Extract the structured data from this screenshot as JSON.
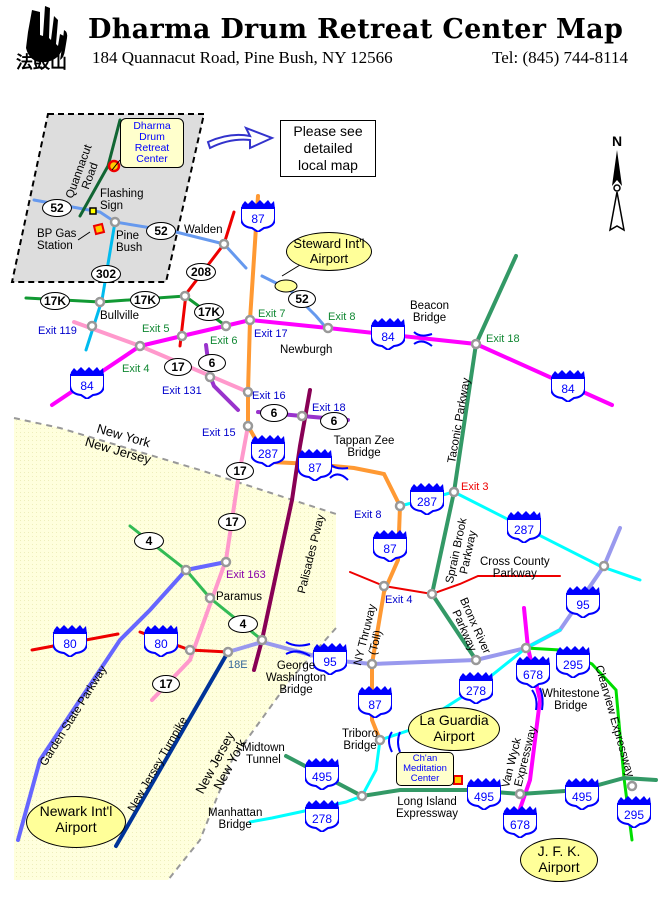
{
  "header": {
    "title": "Dharma Drum Retreat Center Map",
    "address": "184 Quannacut Road, Pine Bush, NY 12566",
    "phone": "Tel: (845) 744-8114",
    "logo_chinese": "法鼓山",
    "logo_icon": "hand-logo-icon"
  },
  "inset": {
    "destination": [
      "Dharma",
      "Drum",
      "Retreat",
      "Center"
    ],
    "road": [
      "Quannacut",
      "Road"
    ],
    "flashing_sign": [
      "Flashing",
      "Sign"
    ],
    "gas_station": [
      "BP Gas",
      "Station"
    ],
    "town": [
      "Pine",
      "Bush"
    ],
    "route_52_a": "52",
    "route_52_b": "52",
    "route_302": "302"
  },
  "note": {
    "lines": [
      "Please see",
      "detailed",
      "local map"
    ]
  },
  "compass": {
    "north": "N"
  },
  "towns": {
    "walden": "Walden",
    "bullville": "Bullville",
    "newburgh": "Newburgh",
    "paramus": "Paramus"
  },
  "state_labels": {
    "ny_top": "New York",
    "nj_top": "New Jersey",
    "nj_bottom": "New Jersey",
    "ny_bottom": "New York"
  },
  "airports": {
    "steward": [
      "Steward Int'l",
      "Airport"
    ],
    "laguardia": [
      "La Guardia",
      "Airport"
    ],
    "newark": [
      "Newark Int'l",
      "Airport"
    ],
    "jfk": [
      "J. F. K.",
      "Airport"
    ]
  },
  "chan_center": [
    "Ch'an",
    "Meditation",
    "Center"
  ],
  "bridges": {
    "beacon": [
      "Beacon",
      "Bridge"
    ],
    "tappan_zee": [
      "Tappan Zee",
      "Bridge"
    ],
    "gwb": [
      "George",
      "Washington",
      "Bridge"
    ],
    "triboro": [
      "Triboro",
      "Bridge"
    ],
    "whitestone": [
      "Whitestone",
      "Bridge"
    ],
    "manhattan": [
      "Manhattan",
      "Bridge"
    ],
    "midtown": [
      "Midtown",
      "Tunnel"
    ]
  },
  "roads": {
    "taconic": "Taconic Parkway",
    "sprain": [
      "Sprain Brook",
      "Parkway"
    ],
    "bronx_river": [
      "Bronx River",
      "Parkway"
    ],
    "cross_county": [
      "Cross County",
      "Parkway"
    ],
    "palisades": "Palisades Pway",
    "ny_thruway": [
      "NY Thruway",
      "(Toll)"
    ],
    "garden_state": "Garden State Parkway",
    "nj_turnpike": "New Jersey Turnpike",
    "lie": [
      "Long Island",
      "Expressway"
    ],
    "van_wyck": [
      "Van Wyck",
      "Expressway"
    ],
    "clearview": "Clearview Expressway"
  },
  "exits": {
    "e119": "Exit 119",
    "e5": "Exit 5",
    "e4_84": "Exit 4",
    "e6": "Exit 6",
    "e7": "Exit 7",
    "e17": "Exit 17",
    "e8_84": "Exit 8",
    "e18_84": "Exit 18",
    "e131": "Exit 131",
    "e16": "Exit 16",
    "e18_6": "Exit 18",
    "e15": "Exit 15",
    "e8_87": "Exit 8",
    "e3": "Exit 3",
    "e4_87": "Exit 4",
    "e163": "Exit 163",
    "e18e": "18E"
  },
  "route_shields": {
    "i87_top": "87",
    "i84_w": "84",
    "i84_mid": "84",
    "i84_e": "84",
    "i287_a": "287",
    "i87_tz": "87",
    "i287_b": "287",
    "i287_c": "287",
    "i87_c": "87",
    "i95_a": "95",
    "i95_b": "95",
    "i80_a": "80",
    "i80_b": "80",
    "i87_bx": "87",
    "i278_a": "278",
    "i678_a": "678",
    "i295_a": "295",
    "i495_a": "495",
    "i278_b": "278",
    "i495_b": "495",
    "i495_c": "495",
    "i678_b": "678",
    "i295_b": "295"
  },
  "state_routes": {
    "r208": "208",
    "r17k_a": "17K",
    "r17k_b": "17K",
    "r17k_c": "17K",
    "r52": "52",
    "r17_a": "17",
    "r6_a": "6",
    "r6_b": "6",
    "r6_c": "6",
    "r17_b": "17",
    "r17_c": "17",
    "r4_a": "4",
    "r4_b": "4",
    "r17_d": "17"
  },
  "colors": {
    "i84": "#ff00ff",
    "i87": "#ff9933",
    "rt17": "#ff99cc",
    "taconic": "#339966",
    "i287": "#00ffff",
    "i95": "#9999ff",
    "garden_state": "#6666ff",
    "palisades": "#880055",
    "nj_turnpike": "#003399",
    "clearview": "#00dd00",
    "nj_fill": "#ffffdd",
    "inset_fill": "#dddddd",
    "shield_blue": "#0000ff",
    "airport_fill": "#ffff99"
  }
}
